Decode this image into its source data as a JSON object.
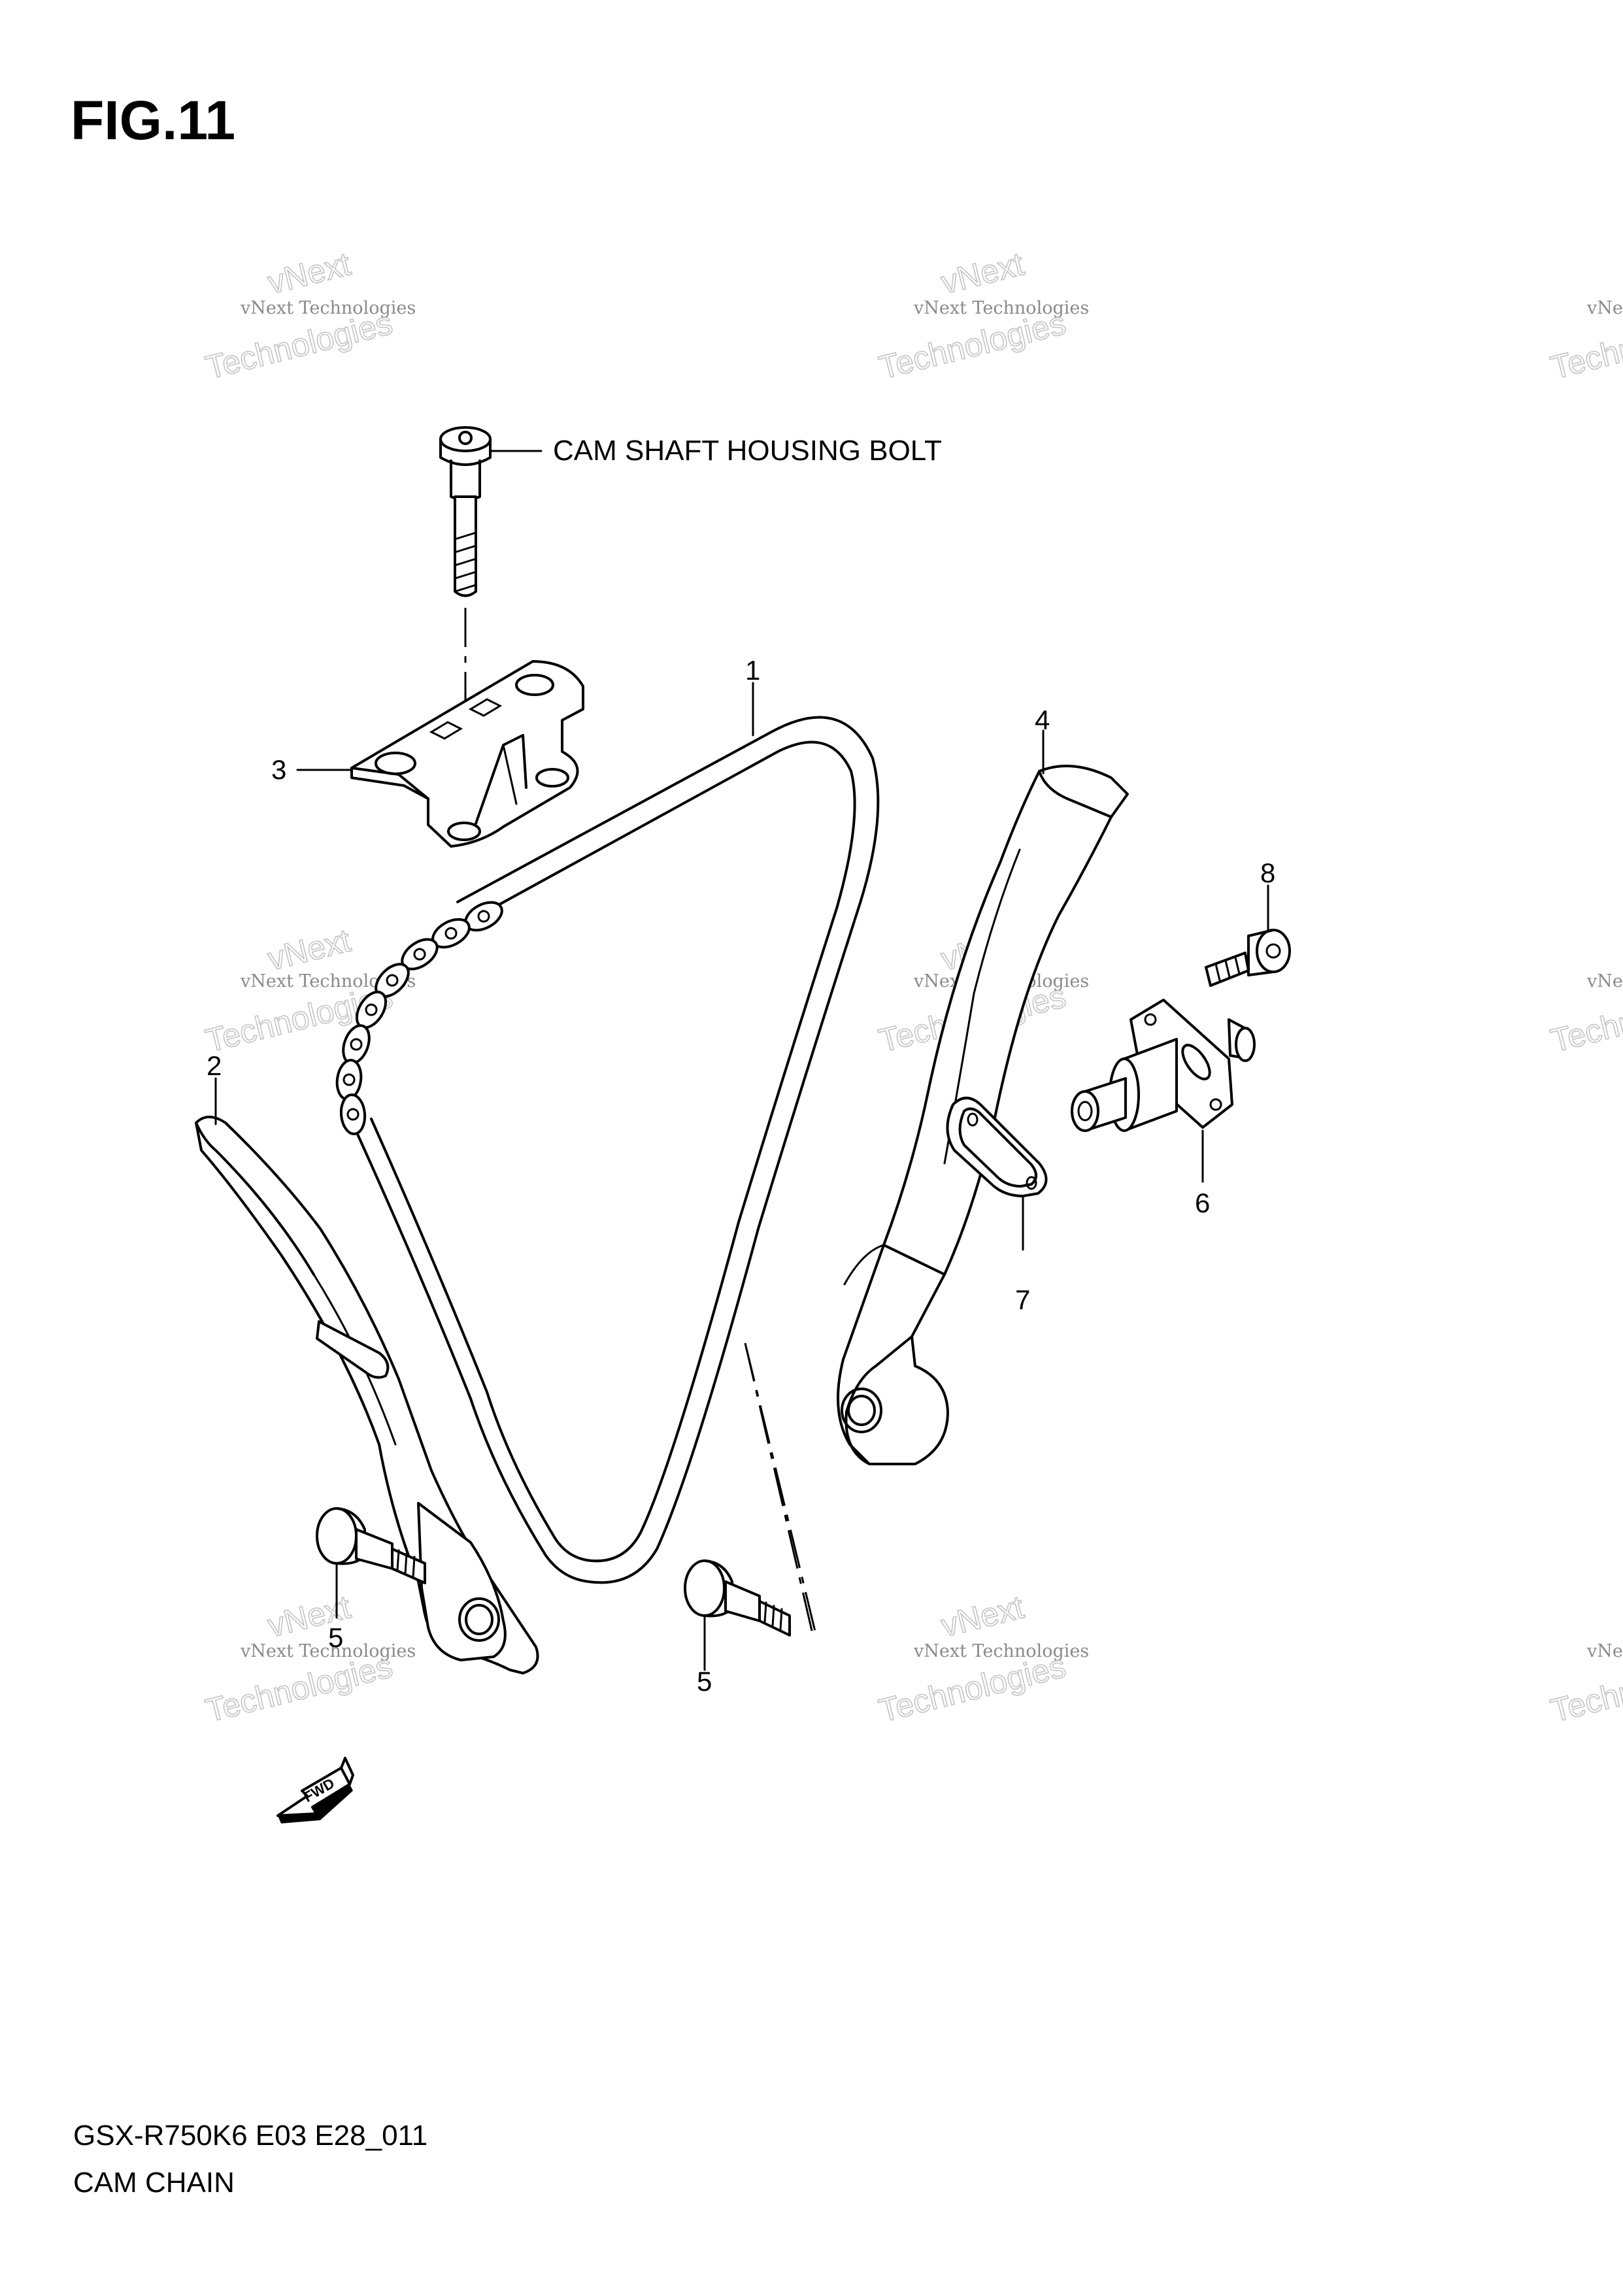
{
  "figure": {
    "title": "FIG.11",
    "callout": "CAM SHAFT HOUSING BOLT",
    "parts": [
      "1",
      "2",
      "3",
      "4",
      "5",
      "5",
      "6",
      "7",
      "8"
    ]
  },
  "watermark": {
    "line1": "vNext",
    "line2": "vNext Technologies",
    "line3": "Technologies"
  },
  "fwd_label": "FWD",
  "footer": {
    "model_code": "GSX-R750K6 E03 E28_011",
    "section_name": "CAM CHAIN"
  }
}
